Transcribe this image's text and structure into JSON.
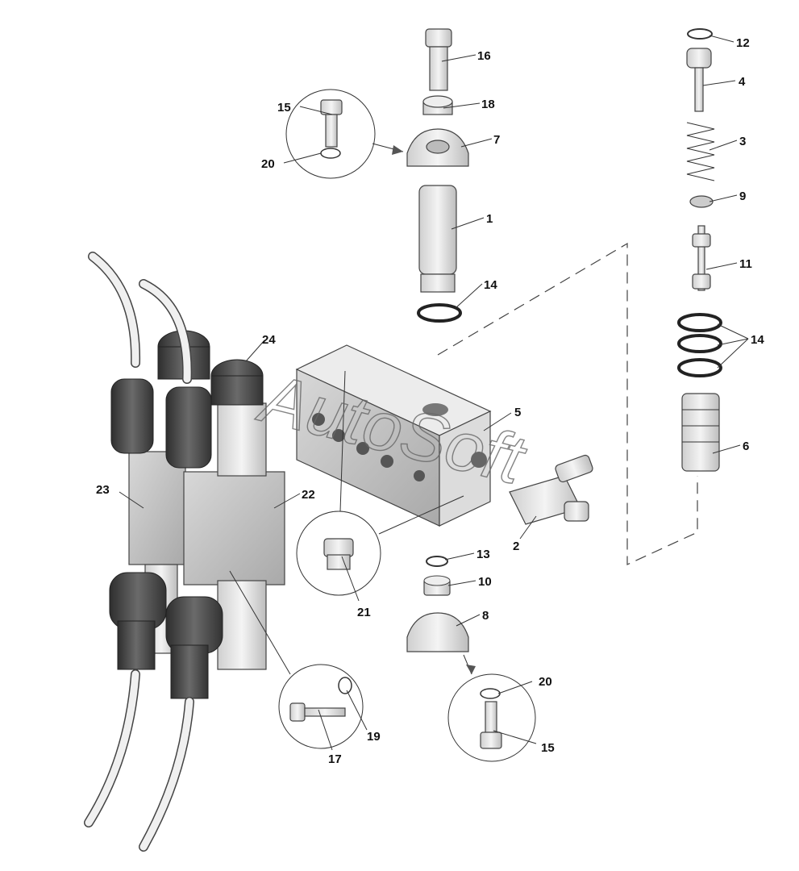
{
  "diagram": {
    "watermark": "AutoSoft",
    "callouts": {
      "c1": "1",
      "c2": "2",
      "c3": "3",
      "c4": "4",
      "c5": "5",
      "c6": "6",
      "c7": "7",
      "c8": "8",
      "c9": "9",
      "c10": "10",
      "c11": "11",
      "c12": "12",
      "c13": "13",
      "c14a": "14",
      "c14b": "14",
      "c15a": "15",
      "c15b": "15",
      "c16": "16",
      "c17": "17",
      "c18": "18",
      "c19": "19",
      "c20a": "20",
      "c20b": "20",
      "c21": "21",
      "c22": "22",
      "c23": "23",
      "c24": "24"
    },
    "colors": {
      "part_light": "#e2e2e2",
      "part_mid": "#bdbdbd",
      "part_dark": "#4a4a4a",
      "line": "#333333"
    }
  }
}
